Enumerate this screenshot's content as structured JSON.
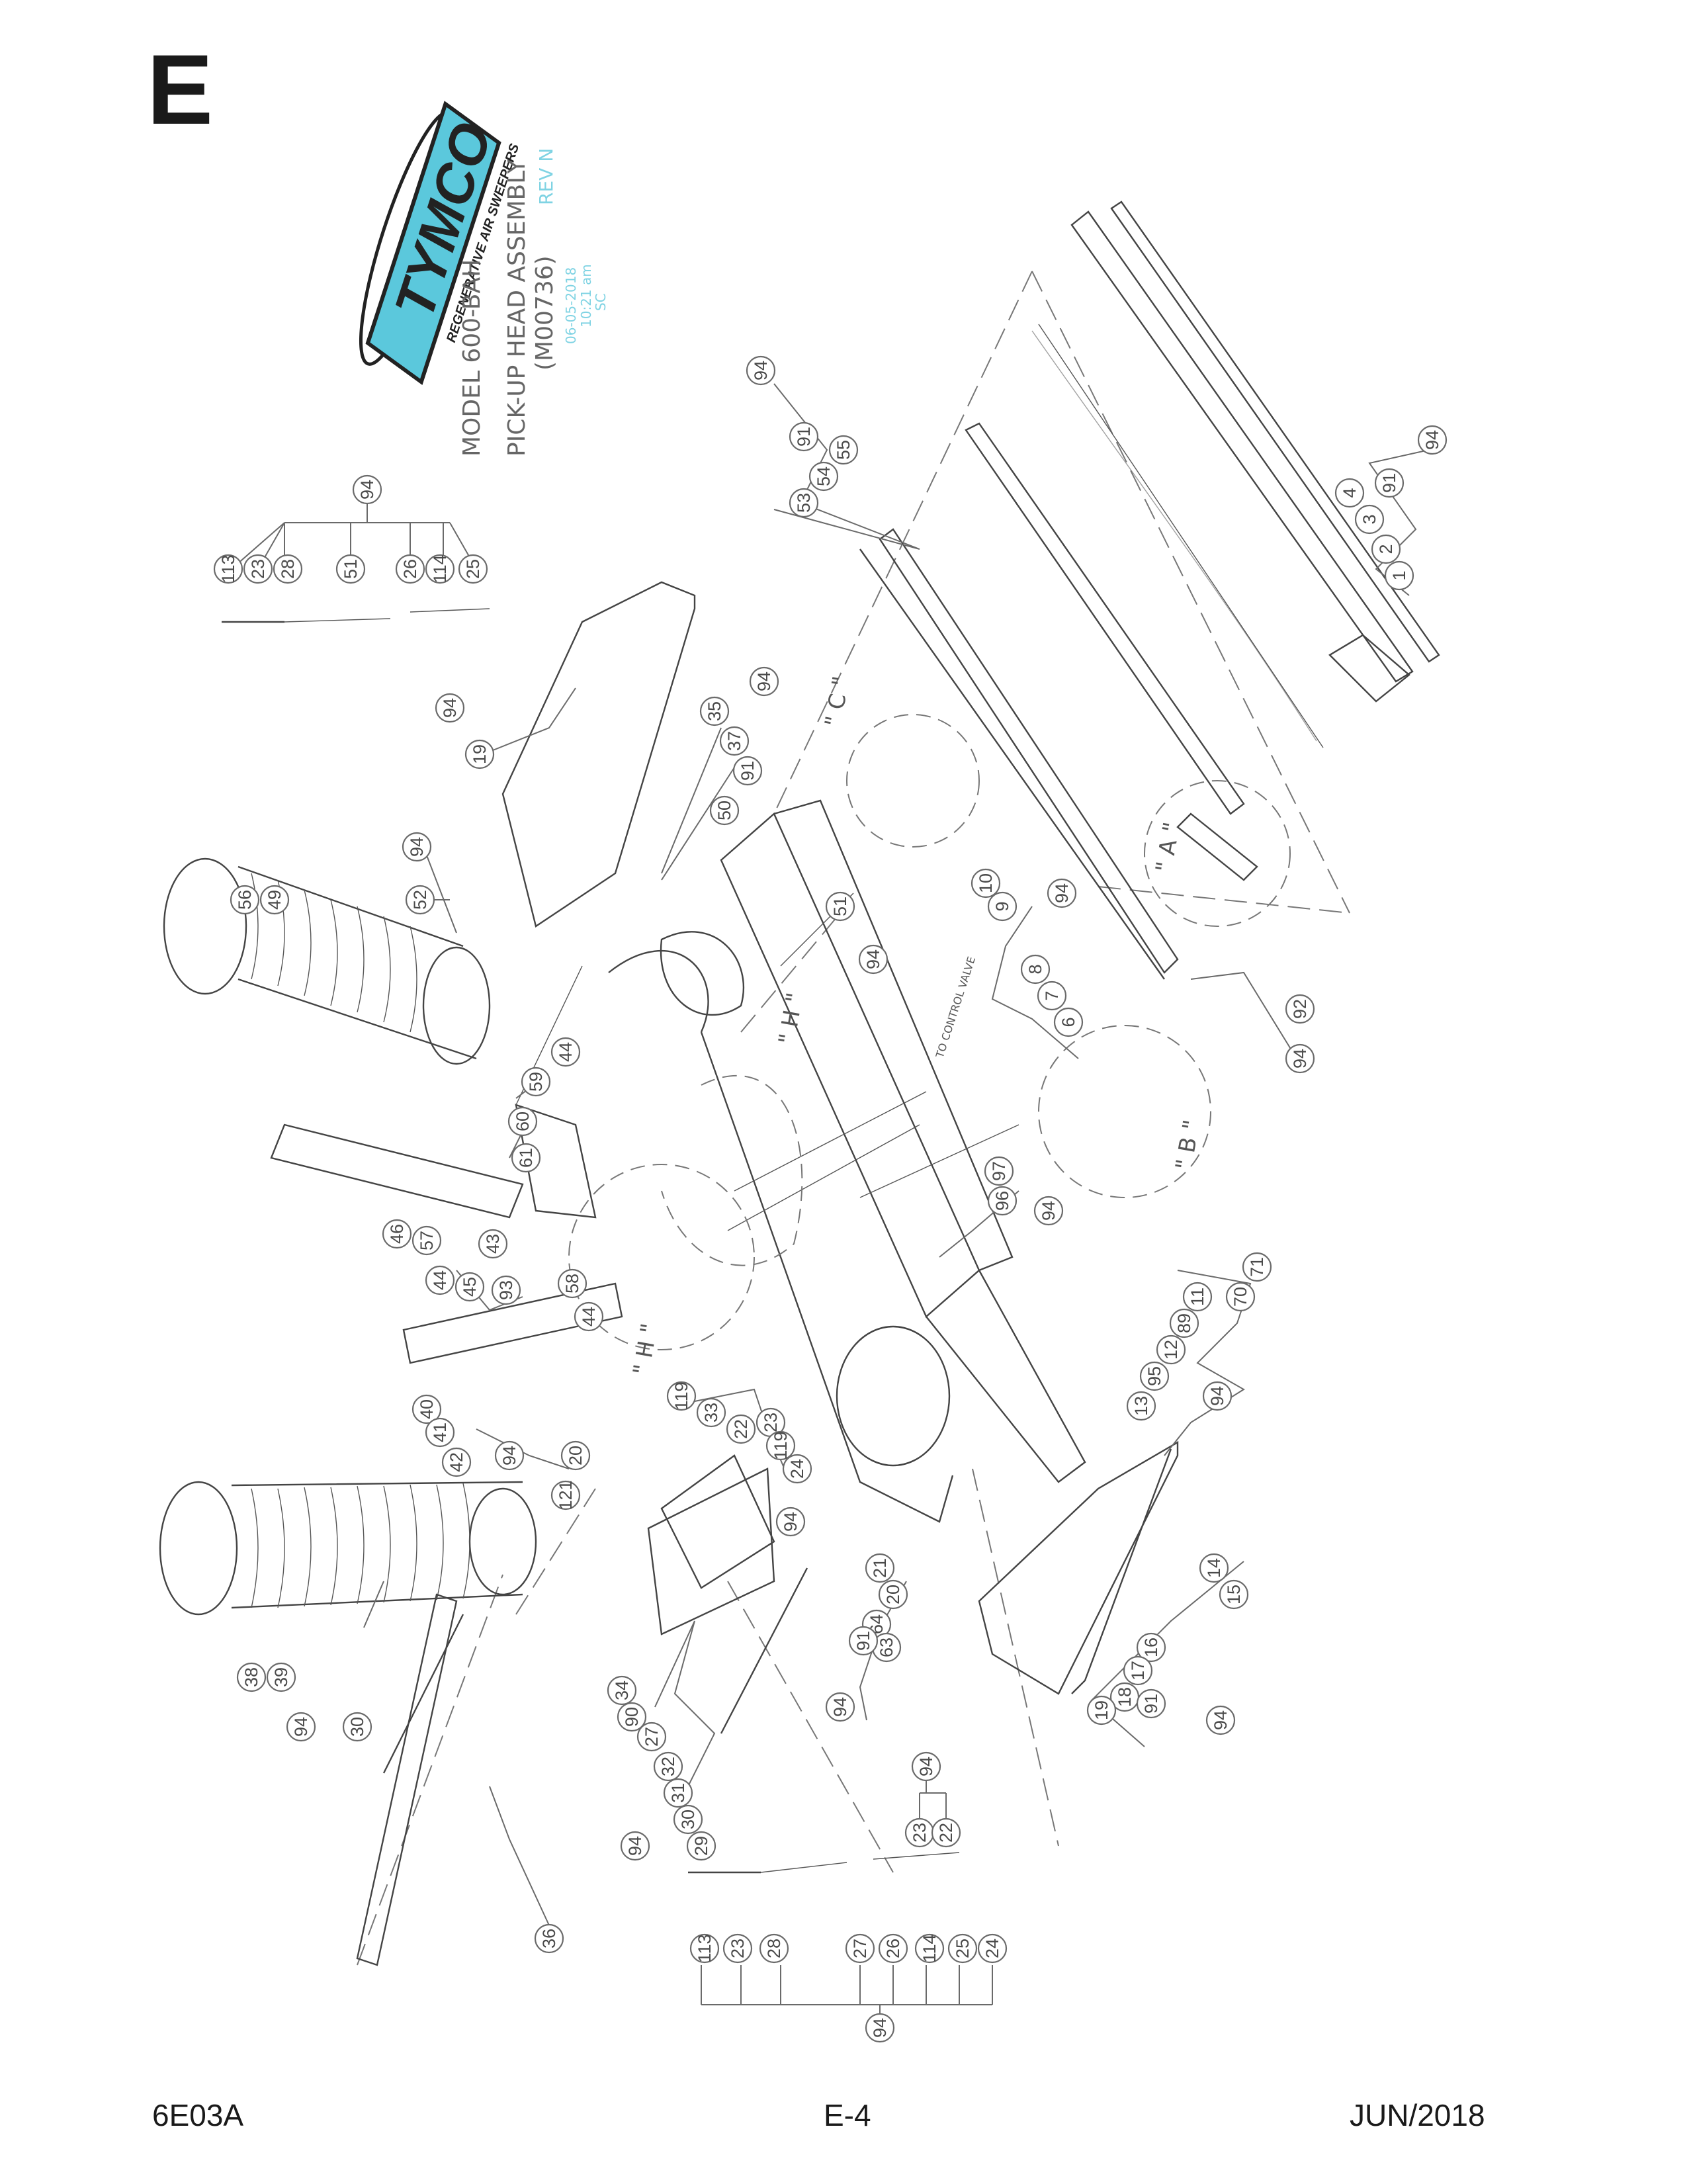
{
  "page": {
    "section_letter": "E",
    "footer_left": "6E03A",
    "footer_center": "E-4",
    "footer_right": "JUN/2018"
  },
  "title_block": {
    "logo_text": "TYMCO",
    "logo_tagline": "REGENERATIVE AIR SWEEPERS",
    "model_line": "MODEL 600-BAH",
    "assembly_line": "PICK-UP HEAD ASSEMBLY",
    "part_number": "(M00736)",
    "revision": "REV N",
    "date": "06-05-2018",
    "time": "10:21 am",
    "initials": "SC"
  },
  "detail_labels": [
    "\" A \"",
    "\" B \"",
    "\" C \"",
    "\" H \"",
    "\" H \""
  ],
  "annotation": "TO CONTROL VALVE",
  "colors": {
    "logo_cyan": "#5bc8dc",
    "revision_cyan": "#7fd3e3",
    "line_gray": "#6a6a6a"
  },
  "callouts": [
    {
      "id": "b0",
      "label": "94"
    },
    {
      "id": "b1",
      "label": "113"
    },
    {
      "id": "b2",
      "label": "23"
    },
    {
      "id": "b3",
      "label": "28"
    },
    {
      "id": "b4",
      "label": "51"
    },
    {
      "id": "b5",
      "label": "26"
    },
    {
      "id": "b6",
      "label": "114"
    },
    {
      "id": "b7",
      "label": "25"
    },
    {
      "id": "b8",
      "label": "94"
    },
    {
      "id": "b9",
      "label": "91"
    },
    {
      "id": "b10",
      "label": "55"
    },
    {
      "id": "b11",
      "label": "54"
    },
    {
      "id": "b12",
      "label": "53"
    },
    {
      "id": "b13",
      "label": "94"
    },
    {
      "id": "b14",
      "label": "91"
    },
    {
      "id": "b15",
      "label": "4"
    },
    {
      "id": "b16",
      "label": "3"
    },
    {
      "id": "b17",
      "label": "2"
    },
    {
      "id": "b18",
      "label": "1"
    },
    {
      "id": "b19",
      "label": "94"
    },
    {
      "id": "b20",
      "label": "19"
    },
    {
      "id": "b21",
      "label": "35"
    },
    {
      "id": "b22",
      "label": "94"
    },
    {
      "id": "b23",
      "label": "37"
    },
    {
      "id": "b24",
      "label": "91"
    },
    {
      "id": "b25",
      "label": "50"
    },
    {
      "id": "b26",
      "label": "94"
    },
    {
      "id": "b27",
      "label": "56"
    },
    {
      "id": "b28",
      "label": "49"
    },
    {
      "id": "b29",
      "label": "52"
    },
    {
      "id": "b30",
      "label": "51"
    },
    {
      "id": "b31",
      "label": "10"
    },
    {
      "id": "b32",
      "label": "9"
    },
    {
      "id": "b33",
      "label": "94"
    },
    {
      "id": "b34",
      "label": "94"
    },
    {
      "id": "b35",
      "label": "8"
    },
    {
      "id": "b36",
      "label": "7"
    },
    {
      "id": "b37",
      "label": "6"
    },
    {
      "id": "b38",
      "label": "92"
    },
    {
      "id": "b39",
      "label": "94"
    },
    {
      "id": "b40",
      "label": "44"
    },
    {
      "id": "b41",
      "label": "59"
    },
    {
      "id": "b42",
      "label": "60"
    },
    {
      "id": "b43",
      "label": "61"
    },
    {
      "id": "b44",
      "label": "97"
    },
    {
      "id": "b45",
      "label": "96"
    },
    {
      "id": "b46",
      "label": "94"
    },
    {
      "id": "b47",
      "label": "46"
    },
    {
      "id": "b48",
      "label": "57"
    },
    {
      "id": "b49",
      "label": "43"
    },
    {
      "id": "b50",
      "label": "58"
    },
    {
      "id": "b51",
      "label": "44"
    },
    {
      "id": "b52",
      "label": "44"
    },
    {
      "id": "b53",
      "label": "45"
    },
    {
      "id": "b54",
      "label": "93"
    },
    {
      "id": "b55",
      "label": "71"
    },
    {
      "id": "b56",
      "label": "70"
    },
    {
      "id": "b57",
      "label": "11"
    },
    {
      "id": "b58",
      "label": "89"
    },
    {
      "id": "b59",
      "label": "12"
    },
    {
      "id": "b60",
      "label": "95"
    },
    {
      "id": "b61",
      "label": "13"
    },
    {
      "id": "b62",
      "label": "94"
    },
    {
      "id": "b63",
      "label": "40"
    },
    {
      "id": "b64",
      "label": "41"
    },
    {
      "id": "b65",
      "label": "42"
    },
    {
      "id": "b66",
      "label": "94"
    },
    {
      "id": "b67",
      "label": "119"
    },
    {
      "id": "b68",
      "label": "33"
    },
    {
      "id": "b69",
      "label": "22"
    },
    {
      "id": "b70",
      "label": "23"
    },
    {
      "id": "b71",
      "label": "119"
    },
    {
      "id": "b72",
      "label": "24"
    },
    {
      "id": "b73",
      "label": "94"
    },
    {
      "id": "b74",
      "label": "20"
    },
    {
      "id": "b75",
      "label": "121"
    },
    {
      "id": "b76",
      "label": "21"
    },
    {
      "id": "b77",
      "label": "20"
    },
    {
      "id": "b78",
      "label": "64"
    },
    {
      "id": "b79",
      "label": "63"
    },
    {
      "id": "b80",
      "label": "91"
    },
    {
      "id": "b81",
      "label": "94"
    },
    {
      "id": "b82",
      "label": "14"
    },
    {
      "id": "b83",
      "label": "15"
    },
    {
      "id": "b84",
      "label": "16"
    },
    {
      "id": "b85",
      "label": "17"
    },
    {
      "id": "b86",
      "label": "18"
    },
    {
      "id": "b87",
      "label": "19"
    },
    {
      "id": "b88",
      "label": "91"
    },
    {
      "id": "b89",
      "label": "94"
    },
    {
      "id": "b90",
      "label": "38"
    },
    {
      "id": "b91",
      "label": "39"
    },
    {
      "id": "b92",
      "label": "94"
    },
    {
      "id": "b93",
      "label": "30"
    },
    {
      "id": "b94",
      "label": "34"
    },
    {
      "id": "b95",
      "label": "90"
    },
    {
      "id": "b96",
      "label": "27"
    },
    {
      "id": "b97",
      "label": "32"
    },
    {
      "id": "b98",
      "label": "31"
    },
    {
      "id": "b99",
      "label": "30"
    },
    {
      "id": "b100",
      "label": "29"
    },
    {
      "id": "b101",
      "label": "94"
    },
    {
      "id": "b102",
      "label": "36"
    },
    {
      "id": "b103",
      "label": "94"
    },
    {
      "id": "b104",
      "label": "23"
    },
    {
      "id": "b105",
      "label": "22"
    },
    {
      "id": "b106",
      "label": "113"
    },
    {
      "id": "b107",
      "label": "23"
    },
    {
      "id": "b108",
      "label": "28"
    },
    {
      "id": "b109",
      "label": "27"
    },
    {
      "id": "b110",
      "label": "26"
    },
    {
      "id": "b111",
      "label": "114"
    },
    {
      "id": "b112",
      "label": "25"
    },
    {
      "id": "b113",
      "label": "24"
    },
    {
      "id": "b114",
      "label": "94"
    }
  ]
}
